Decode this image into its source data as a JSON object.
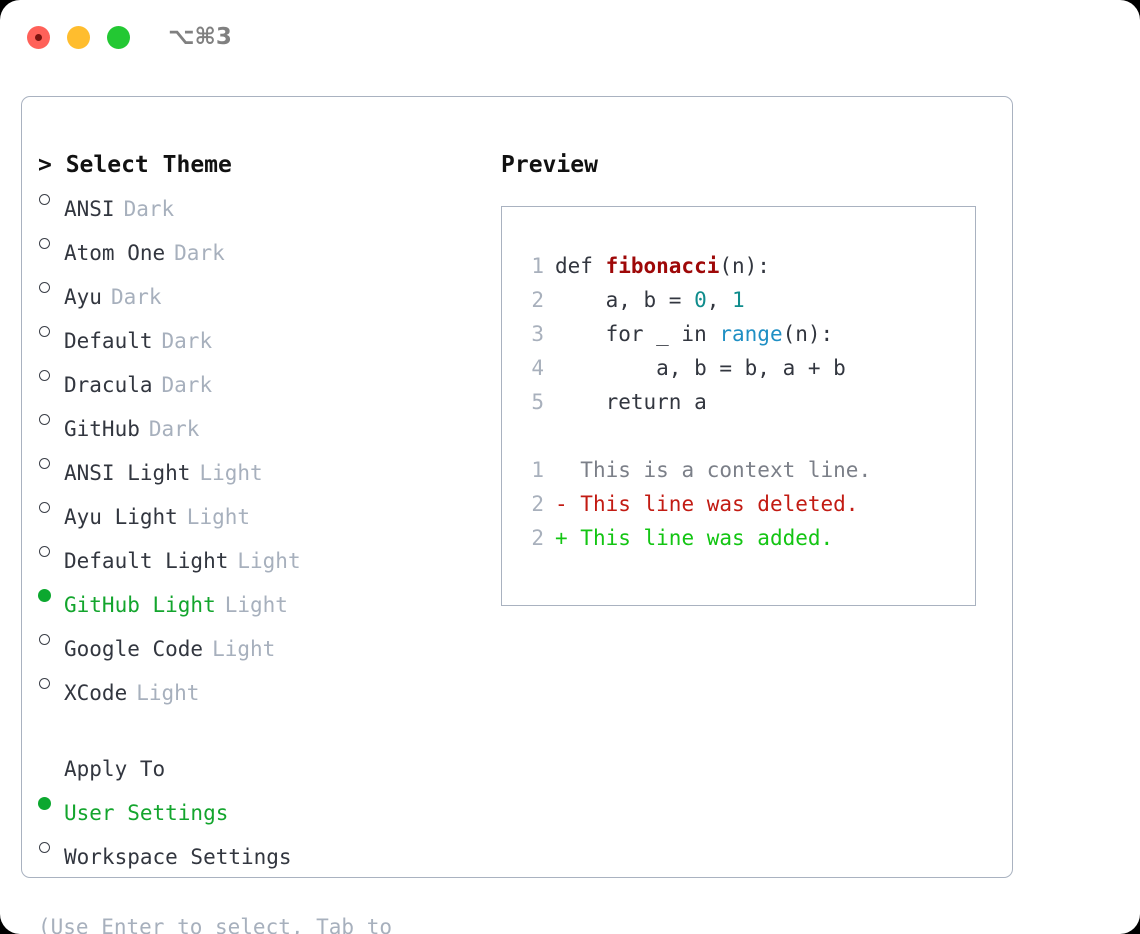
{
  "window": {
    "shortcut": "⌥⌘3",
    "traffic_lights": [
      "close-red",
      "minimize-yellow",
      "maximize-green"
    ]
  },
  "theme_selector": {
    "header": "> Select Theme",
    "options": [
      {
        "name": "ANSI",
        "tag": "Dark",
        "selected": false
      },
      {
        "name": "Atom One",
        "tag": "Dark",
        "selected": false
      },
      {
        "name": "Ayu",
        "tag": "Dark",
        "selected": false
      },
      {
        "name": "Default",
        "tag": "Dark",
        "selected": false
      },
      {
        "name": "Dracula",
        "tag": "Dark",
        "selected": false
      },
      {
        "name": "GitHub",
        "tag": "Dark",
        "selected": false
      },
      {
        "name": "ANSI Light",
        "tag": "Light",
        "selected": false
      },
      {
        "name": "Ayu Light",
        "tag": "Light",
        "selected": false
      },
      {
        "name": "Default Light",
        "tag": "Light",
        "selected": false
      },
      {
        "name": "GitHub Light",
        "tag": "Light",
        "selected": true
      },
      {
        "name": "Google Code",
        "tag": "Light",
        "selected": false
      },
      {
        "name": "XCode",
        "tag": "Light",
        "selected": false
      }
    ]
  },
  "apply_to": {
    "header": "Apply To",
    "options": [
      {
        "name": "User Settings",
        "selected": true
      },
      {
        "name": "Workspace Settings",
        "selected": false
      }
    ]
  },
  "hint": "(Use Enter to select, Tab to change focus)",
  "preview": {
    "title": "Preview",
    "code_lines": [
      {
        "lno": "1",
        "parts": [
          {
            "t": "def ",
            "c": "tok-def"
          },
          {
            "t": "fibonacci",
            "c": "tok-fn"
          },
          {
            "t": "(n):",
            "c": "tok-kw"
          }
        ]
      },
      {
        "lno": "2",
        "parts": [
          {
            "t": "    a, b = ",
            "c": "tok-kw"
          },
          {
            "t": "0",
            "c": "tok-num"
          },
          {
            "t": ", ",
            "c": "tok-kw"
          },
          {
            "t": "1",
            "c": "tok-num"
          }
        ]
      },
      {
        "lno": "3",
        "parts": [
          {
            "t": "    for _ in ",
            "c": "tok-kw"
          },
          {
            "t": "range",
            "c": "tok-builtin"
          },
          {
            "t": "(n):",
            "c": "tok-kw"
          }
        ]
      },
      {
        "lno": "4",
        "parts": [
          {
            "t": "        a, b = b, a + b",
            "c": "tok-kw"
          }
        ]
      },
      {
        "lno": "5",
        "parts": [
          {
            "t": "    return a",
            "c": "tok-kw"
          }
        ]
      }
    ],
    "diff_lines": [
      {
        "lno": "1",
        "marker": "  ",
        "text": "This is a context line.",
        "kind": "diff-ctx"
      },
      {
        "lno": "2",
        "marker": "- ",
        "text": "This line was deleted.",
        "kind": "diff-del"
      },
      {
        "lno": "2",
        "marker": "+ ",
        "text": "This line was added.",
        "kind": "diff-add"
      }
    ]
  },
  "colors": {
    "selected_green": "#13a52d",
    "bullet_green": "#0ca82f",
    "tag_gray": "#a7b0bd",
    "border": "#a9b2c0",
    "diff_added": "#13c513",
    "diff_deleted": "#c21b13",
    "fn_red": "#9e0808",
    "number_teal": "#0f8c8c",
    "builtin_blue": "#1f8fc4"
  }
}
